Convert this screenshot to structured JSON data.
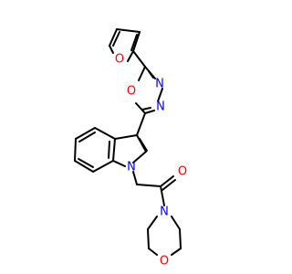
{
  "atoms": {
    "furan_O": "O",
    "oxadiazole_O": "O",
    "oxadiazole_N1": "N",
    "oxadiazole_N2": "N",
    "indole_N": "N",
    "carbonyl_O": "O",
    "morpholine_N": "N",
    "morpholine_O": "O"
  },
  "colors": {
    "oxygen": "#ff0000",
    "nitrogen": "#0000ff",
    "carbon_bond": "#000000",
    "background": "#ffffff"
  }
}
